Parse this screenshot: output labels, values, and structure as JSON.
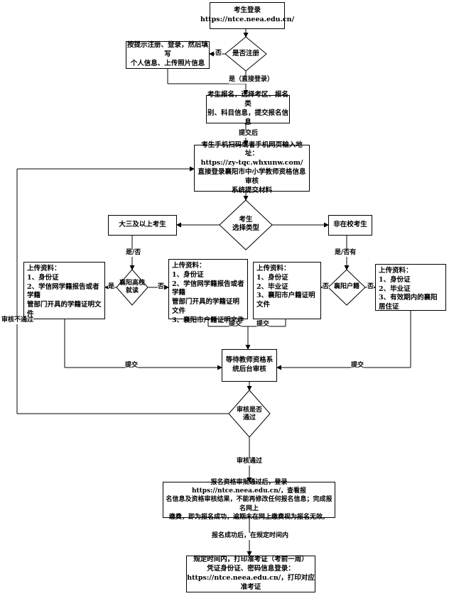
{
  "nodes": {
    "login": [
      "考生登录",
      "https://ntce.neea.edu.cn/"
    ],
    "register_check": [
      "是否注册"
    ],
    "register_steps": [
      "按提示注册、登录，然后填写",
      "个人信息、上传照片信息"
    ],
    "apply": [
      "考生报名，选择考区、报名类",
      "别、科目信息，提交报名信息"
    ],
    "scan": [
      "考生手机扫码或者手机网页输入地址：",
      "https://zy-tqc.whxunw.com/",
      "直接登录襄阳市中小学教师资格信息审核",
      "系统提交材料"
    ],
    "choose_type": [
      "考生",
      "选择类型"
    ],
    "senior": [
      "大三及以上考生"
    ],
    "non_student": [
      "非在校考生"
    ],
    "xy_school": [
      "襄阳高校",
      "就读"
    ],
    "xy_hukou": [
      "襄阳户籍"
    ],
    "upload_far_left": [
      "上传资料：",
      "1、身份证",
      "2、学信网学籍报告或者学籍",
      "管部门开具的学籍证明文件"
    ],
    "upload_mid": [
      "上传资料：",
      "1、身份证",
      "2、学信网学籍报告或者学籍",
      "管部门开具的学籍证明文件",
      "3、襄阳市户籍证明文件"
    ],
    "upload_mid_right": [
      "上传资料：",
      "1、身份证",
      "2、毕业证",
      "3、襄阳市户籍证明文件"
    ],
    "upload_far_right": [
      "上传资料：",
      "1、身份证",
      "2、毕业证",
      "3、有效期内的襄阳居住证"
    ],
    "wait_review": [
      "等待教师资格系",
      "统后台审核"
    ],
    "review_pass": [
      "审核是否",
      "通过"
    ],
    "after_pass": [
      "报名资格审批通过后，登录https://ntce.neea.edu.cn/，查看报",
      "名信息及资格审核结果，不能再修改任何报名信息；完成报名网上",
      "缴费，即为报名成功，逾期未在网上缴费视为报名无效。"
    ],
    "print_ticket": [
      "规定时间内，打印准考证（考前一周）",
      "凭证身份证、密码信息登录：",
      "https://ntce.neea.edu.cn/，打印对应准考证"
    ]
  },
  "labels": {
    "no": "否",
    "yes": "是",
    "yes_direct": "是（直接登录）",
    "after_submit": "提交后",
    "yes_no": "是/否",
    "yes_slash_no": "是/否有",
    "submit": "提交",
    "review_failed": "审核不通过",
    "review_passed": "审核通过",
    "after_success": "报名成功后，在规定时间内"
  }
}
